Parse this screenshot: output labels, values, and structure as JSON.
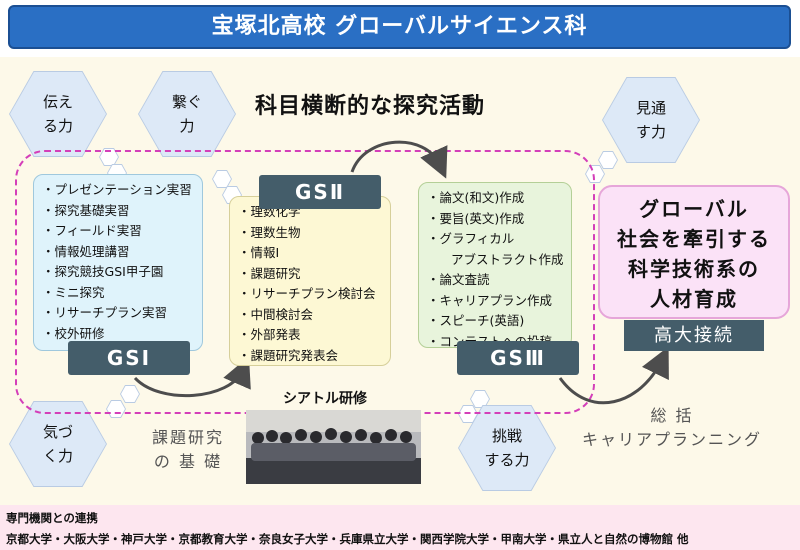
{
  "header": {
    "title": "宝塚北高校 グローバルサイエンス科"
  },
  "main_title": "科目横断的な探究活動",
  "skills": {
    "convey": [
      "伝え",
      "る力"
    ],
    "connect": [
      "繋ぐ",
      "力"
    ],
    "foresee": [
      "見通",
      "す力"
    ],
    "notice": [
      "気づ",
      "く力"
    ],
    "challenge": [
      "挑戦",
      "する力"
    ]
  },
  "gs1": {
    "label": "GSⅠ",
    "items": [
      "プレゼンテーション実習",
      "探究基礎実習",
      "フィールド実習",
      "情報処理講習",
      "探究競技GSⅠ甲子園",
      "ミニ探究",
      "リサーチプラン実習",
      "校外研修"
    ]
  },
  "gs2": {
    "label": "GSⅡ",
    "items": [
      "理数化学",
      "理数生物",
      "情報Ⅰ",
      "課題研究",
      "リサーチプラン検討会",
      "中間検討会",
      "外部発表",
      "課題研究発表会"
    ]
  },
  "gs3": {
    "label": "GSⅢ",
    "items": [
      "論文(和文)作成",
      "要旨(英文)作成",
      "グラフィカル",
      "アブストラクト作成",
      "論文査読",
      "キャリアプラン作成",
      "スピーチ(英語)",
      "コンテストへの投稿"
    ]
  },
  "goal": {
    "lines": [
      "グローバル",
      "社会を牽引する",
      "科学技術系の",
      "人材育成"
    ]
  },
  "koudai": "高大接続",
  "foundation": [
    "課題研究",
    "の 基 礎"
  ],
  "career": [
    "総 括",
    "キャリアプランニング"
  ],
  "seattle": "シアトル研修",
  "footer": {
    "heading": "専門機関との連携",
    "text": "京都大学・大阪大学・神戸大学・京都教育大学・奈良女子大学・兵庫県立大学・関西学院大学・甲南大学・県立人と自然の博物館 他"
  }
}
